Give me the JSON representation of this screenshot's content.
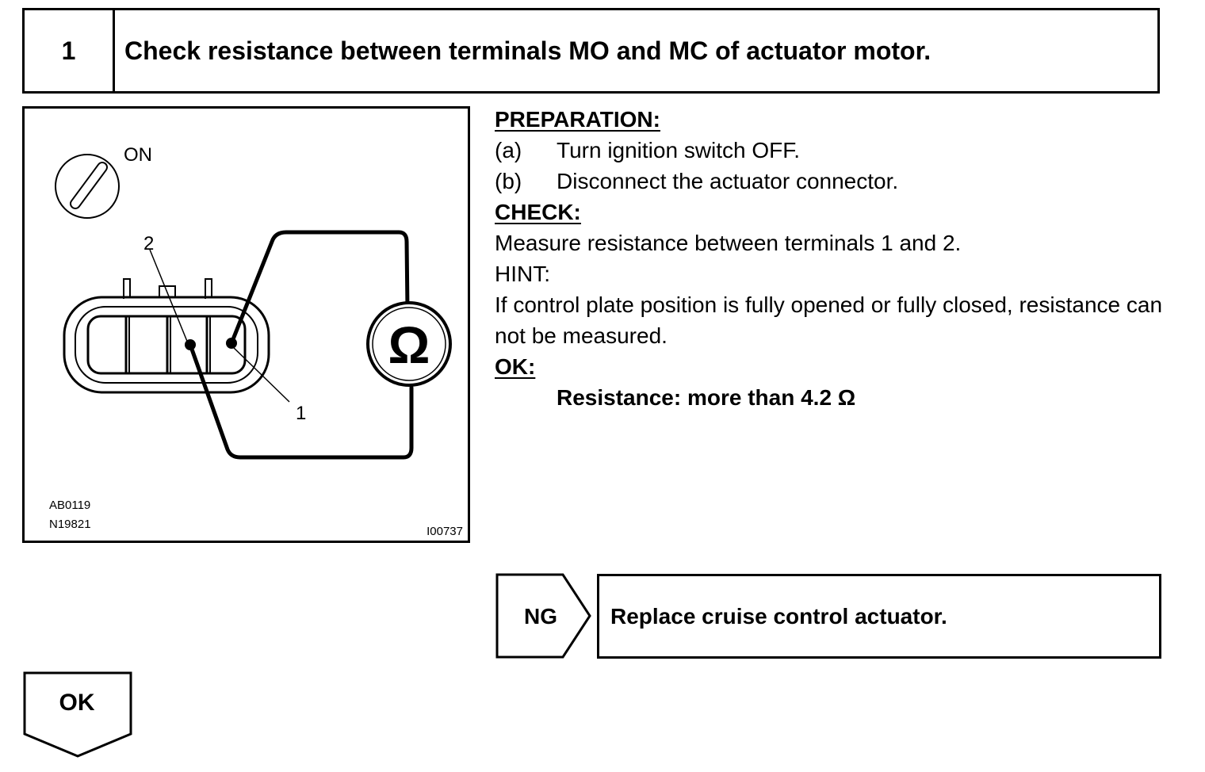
{
  "step": {
    "number": "1",
    "title": "Check resistance between terminals MO and MC of actuator motor."
  },
  "diagram": {
    "switch_label": "ON",
    "terminal_2": "2",
    "terminal_1": "1",
    "meter_symbol": "Ω",
    "ref_code_1": "AB0119",
    "ref_code_2": "N19821",
    "figure_id": "I00737"
  },
  "instructions": {
    "preparation_heading": "PREPARATION:",
    "steps": [
      {
        "label": "(a)",
        "text": "Turn ignition switch OFF."
      },
      {
        "label": "(b)",
        "text": "Disconnect the actuator connector."
      }
    ],
    "check_heading": "CHECK:",
    "check_text": "Measure resistance between terminals 1 and 2.",
    "hint_heading": "HINT:",
    "hint_text": "If control plate position is fully opened or fully closed, resistance can not be measured.",
    "ok_heading": "OK:",
    "spec": "Resistance: more than 4.2 Ω"
  },
  "results": {
    "ng_label": "NG",
    "ng_action": "Replace cruise control actuator.",
    "ok_label": "OK"
  }
}
